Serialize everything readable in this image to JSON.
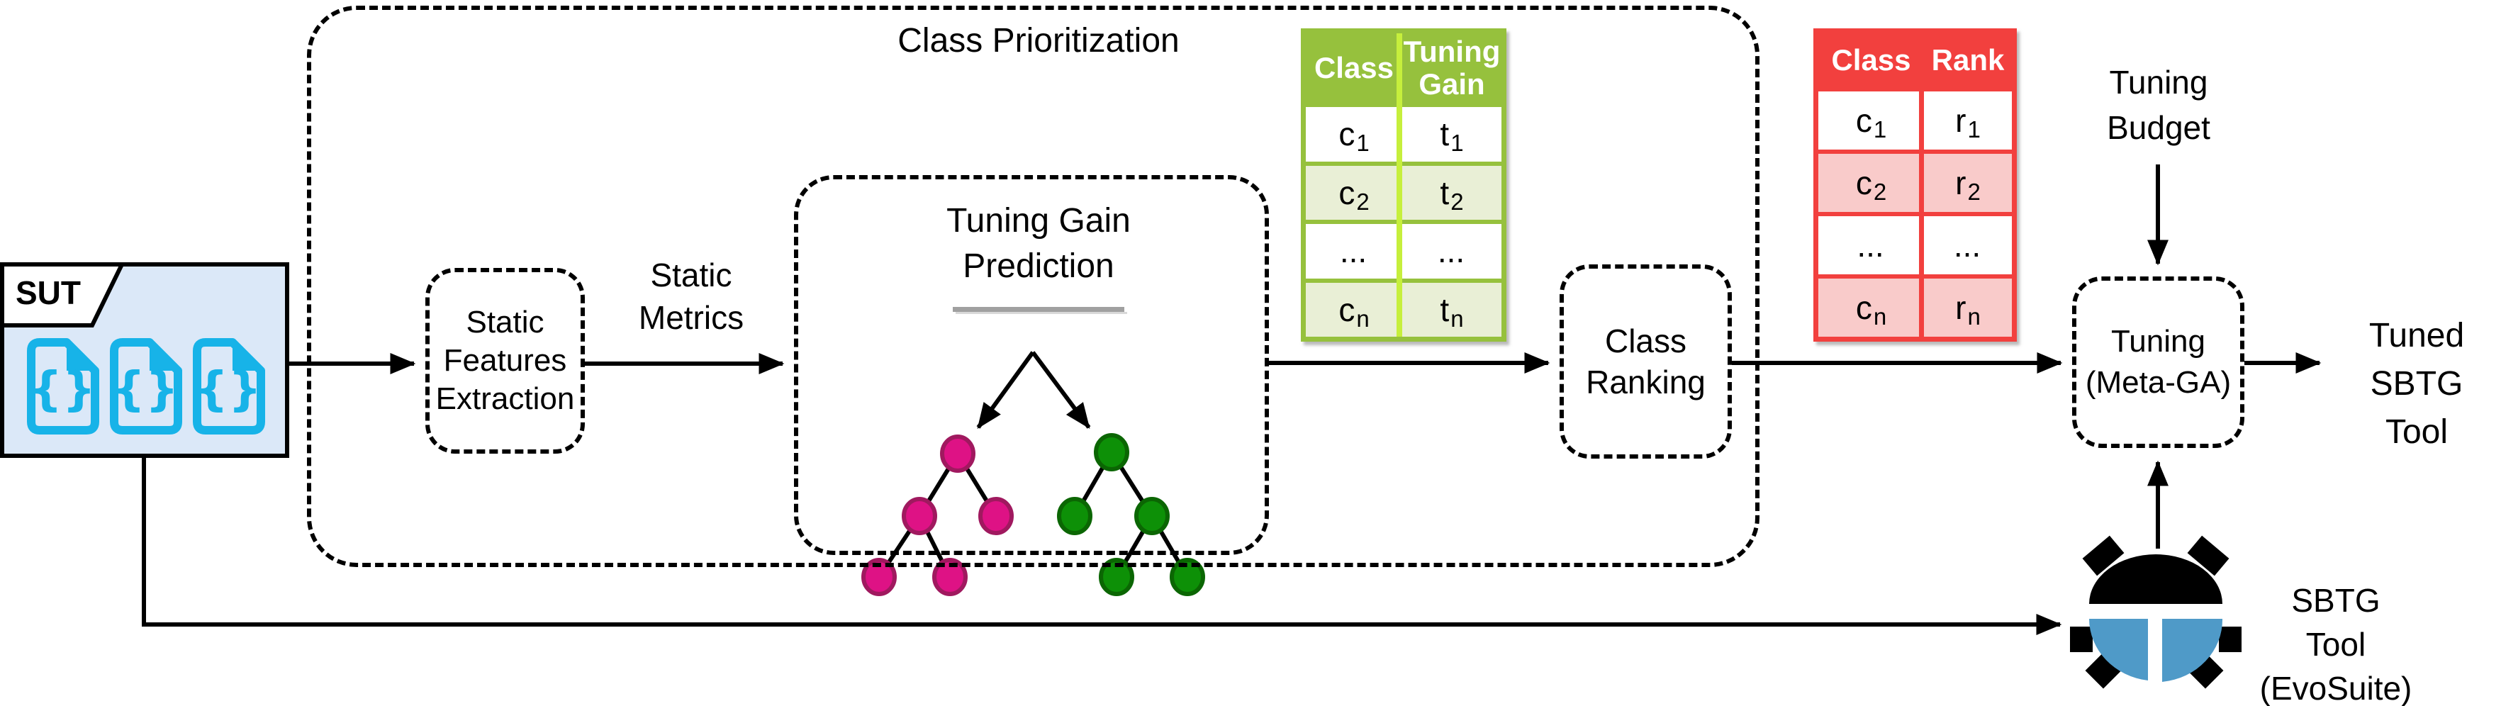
{
  "diagram_title": "Class Prioritization",
  "sut": {
    "label": "SUT",
    "file_icon_glyph": "{}"
  },
  "boxes": {
    "static_features_extraction": "Static\nFeatures\nExtraction",
    "tuning_gain_prediction": "Tuning Gain\nPrediction",
    "class_ranking": "Class\nRanking",
    "tuning_meta_ga": "Tuning\n(Meta-GA)"
  },
  "labels": {
    "static_metrics": "Static\nMetrics",
    "tuning_budget": "Tuning\nBudget",
    "tuned_sbtg_tool": "Tuned\nSBTG\nTool",
    "sbtg_tool": "SBTG\nTool\n(EvoSuite)"
  },
  "tuning_gain_table": {
    "col_class": "Class",
    "col_gain": "Tuning Gain",
    "rows": [
      {
        "class_base": "c",
        "class_sub": "1",
        "gain_base": "t",
        "gain_sub": "1"
      },
      {
        "class_base": "c",
        "class_sub": "2",
        "gain_base": "t",
        "gain_sub": "2"
      },
      {
        "class_base": "...",
        "class_sub": "",
        "gain_base": "...",
        "gain_sub": ""
      },
      {
        "class_base": "c",
        "class_sub": "n",
        "gain_base": "t",
        "gain_sub": "n"
      }
    ]
  },
  "rank_table": {
    "col_class": "Class",
    "col_rank": "Rank",
    "rows": [
      {
        "class_base": "c",
        "class_sub": "1",
        "rank_base": "r",
        "rank_sub": "1"
      },
      {
        "class_base": "c",
        "class_sub": "2",
        "rank_base": "r",
        "rank_sub": "2"
      },
      {
        "class_base": "...",
        "class_sub": "",
        "rank_base": "...",
        "rank_sub": ""
      },
      {
        "class_base": "c",
        "class_sub": "n",
        "rank_base": "r",
        "rank_sub": "n"
      }
    ]
  },
  "colors": {
    "cyan": "#17b3e8",
    "sut-fill": "#dbe8f8",
    "green-header": "#96c13d",
    "green-row": "#e9efd6",
    "lime-divider": "#c6ef3c",
    "red-header": "#f2403e",
    "red-row": "#f9cbca",
    "pink-node": "#de1285",
    "pink-node-stroke": "#a0195f",
    "green-node": "#0d9007",
    "green-node-stroke": "#0b6603",
    "bug-blue": "#4f9ac8",
    "underline-gray": "#a0a0a0"
  }
}
